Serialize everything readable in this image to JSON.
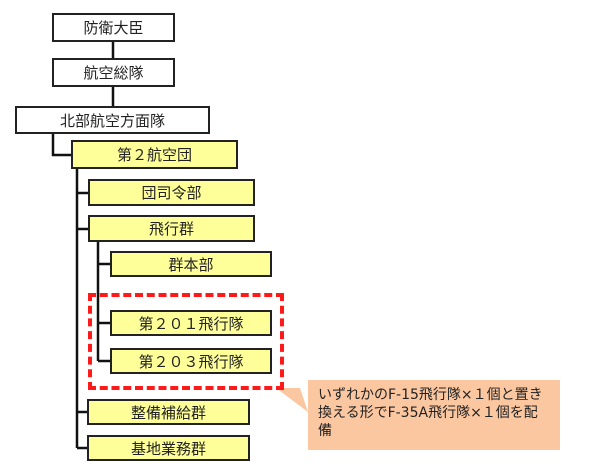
{
  "nodes": {
    "minister": "防衛大臣",
    "air_defense_command": "航空総隊",
    "northern_air_defense_force": "北部航空方面隊",
    "second_air_wing": "第２航空団",
    "wing_hq": "団司令部",
    "flight_group": "飛行群",
    "group_hq": "群本部",
    "squadron_201": "第２０１飛行隊",
    "squadron_203": "第２０３飛行隊",
    "maintenance_supply_group": "整備補給群",
    "base_service_group": "基地業務群"
  },
  "callout": "いずれかのF-15飛行隊×１個と置き換える形でF-35A飛行隊×１個を配備",
  "colors": {
    "highlight": "#ffff99",
    "dash": "#ff1a1a",
    "callout": "#fbc7a0"
  }
}
